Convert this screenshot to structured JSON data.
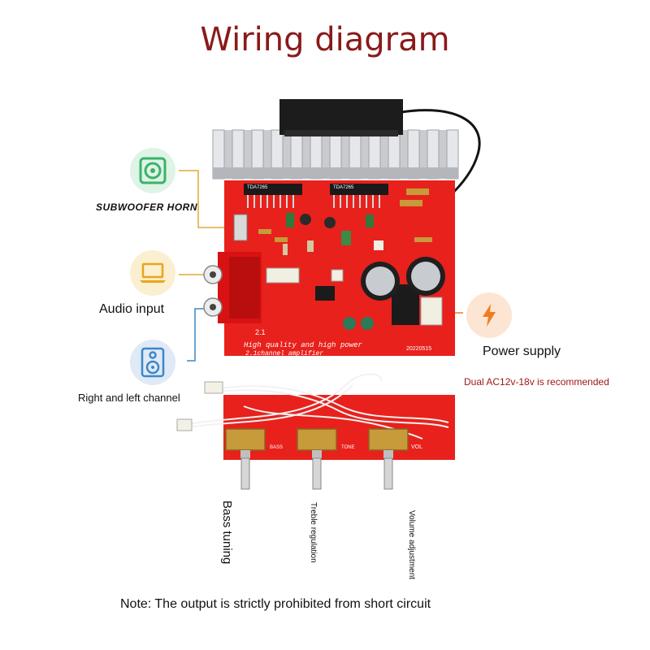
{
  "title": "Wiring diagram",
  "labels": {
    "subwoofer": "SUBWOOFER HORN",
    "audio_input": "Audio input",
    "right_left": "Right and left channel",
    "power": "Power supply",
    "dual": "Dual AC12v-18v is recommended",
    "bass": "Bass tuning",
    "treble": "Treble regulation",
    "volume": "Volume adjustment"
  },
  "note": "Note: The output is strictly prohibited from short circuit",
  "board_text": {
    "chip_left": "TDA7265",
    "chip_right": "TDA7265",
    "slogan_1": "High quality and high power",
    "slogan_2": "2.1channel amplifier",
    "model": "20220515",
    "mark_21": "2.1",
    "knob_bass": "BASS",
    "knob_tone": "TONE",
    "knob_vol": "VOL"
  },
  "colors": {
    "title": "#8a1a1a",
    "board": "#e8211c",
    "leader": "#e0a93a",
    "green_circle": "#dff3e6",
    "yellow_circle": "#fbefd1",
    "blue_circle": "#dfeaf6",
    "orange_circle": "#fde5d3"
  },
  "icons": [
    "speaker-icon",
    "laptop-icon",
    "speaker-box-icon",
    "lightning-icon"
  ]
}
